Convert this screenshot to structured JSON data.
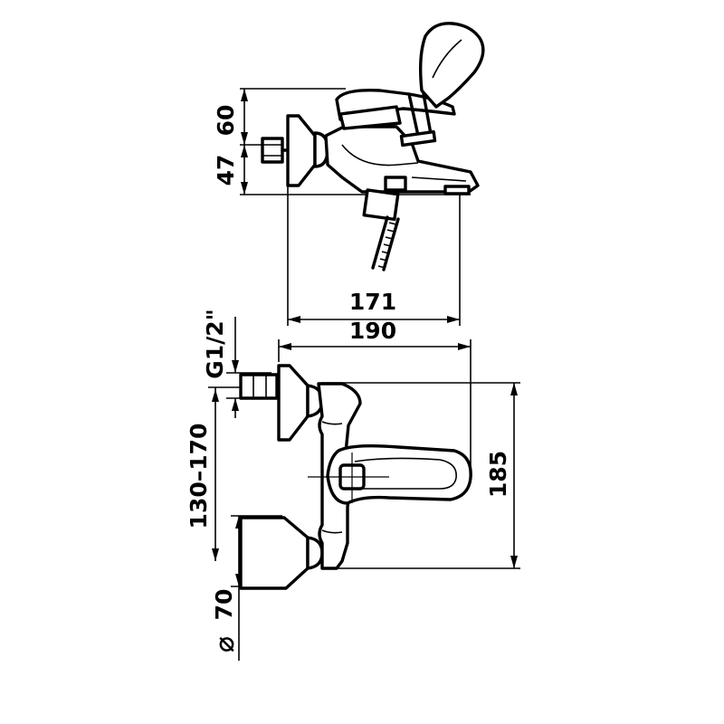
{
  "dimensions": {
    "height_upper": "60",
    "height_lower": "47",
    "depth_inner": "171",
    "depth_outer": "190",
    "thread": "G1/2\"",
    "spacing": "130–170",
    "height_front": "185",
    "diameter_symbol": "⌀",
    "diameter": "70"
  }
}
